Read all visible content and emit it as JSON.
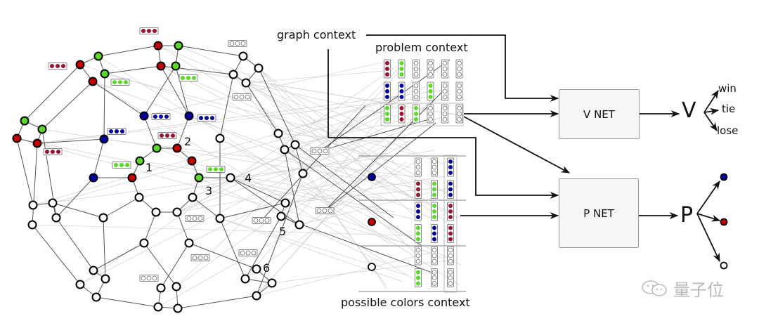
{
  "labels": {
    "graph_context": "graph context",
    "problem_context": "problem context",
    "possible_colors_context": "possible colors context",
    "v_net": "V NET",
    "p_net": "P NET",
    "v_symbol": "V",
    "p_symbol": "P",
    "outcomes": [
      "win",
      "tie",
      "lose"
    ],
    "node_numbers": [
      "1",
      "2",
      "3",
      "4",
      "5",
      "6"
    ],
    "watermark": "量子位"
  },
  "colors": {
    "red": "#cc0000",
    "green": "#55dd22",
    "blue": "#0000aa",
    "empty": "#ffffff",
    "edge": "#555555",
    "faint_edge": "#cfcfcf",
    "box_fill": "#f6f6f6",
    "wine": "#a01030"
  },
  "p_outputs": [
    "blue",
    "red",
    "empty"
  ],
  "possible_colors_rows": [
    "blue",
    "red",
    "empty"
  ],
  "graph": {
    "nodes": [
      [
        "red",
        225,
        65
      ],
      [
        "green",
        254,
        65
      ],
      [
        "green",
        140,
        80
      ],
      [
        "red",
        114,
        92
      ],
      [
        "red",
        229,
        94
      ],
      [
        "green",
        250,
        94
      ],
      [
        "green",
        149,
        105
      ],
      [
        "red",
        132,
        116
      ],
      [
        "blue",
        205,
        165
      ],
      [
        "blue",
        269,
        165
      ],
      [
        "green",
        35,
        172
      ],
      [
        "green",
        60,
        184
      ],
      [
        "red",
        24,
        197
      ],
      [
        "red",
        53,
        204
      ],
      [
        "blue",
        148,
        198
      ],
      [
        "green",
        223,
        211
      ],
      [
        "red",
        252,
        211
      ],
      [
        "green",
        199,
        229
      ],
      [
        "red",
        273,
        229
      ],
      [
        "blue",
        133,
        253
      ],
      [
        "red",
        188,
        253
      ],
      [
        "green",
        283,
        253
      ],
      [
        "empty",
        328,
        253
      ],
      [
        "empty",
        346,
        80
      ],
      [
        "empty",
        368,
        97
      ],
      [
        "empty",
        332,
        106
      ],
      [
        "empty",
        350,
        118
      ],
      [
        "empty",
        313,
        197
      ],
      [
        "empty",
        396,
        190
      ],
      [
        "empty",
        420,
        206
      ],
      [
        "empty",
        405,
        213
      ],
      [
        "empty",
        431,
        247
      ],
      [
        "empty",
        47,
        292
      ],
      [
        "empty",
        75,
        289
      ],
      [
        "empty",
        80,
        310
      ],
      [
        "empty",
        46,
        320
      ],
      [
        "empty",
        198,
        281
      ],
      [
        "empty",
        222,
        302
      ],
      [
        "empty",
        252,
        302
      ],
      [
        "empty",
        274,
        281
      ],
      [
        "empty",
        147,
        310
      ],
      [
        "empty",
        205,
        346
      ],
      [
        "empty",
        269,
        346
      ],
      [
        "empty",
        313,
        311
      ],
      [
        "empty",
        406,
        289
      ],
      [
        "empty",
        400,
        308
      ],
      [
        "empty",
        426,
        320
      ],
      [
        "empty",
        133,
        385
      ],
      [
        "empty",
        150,
        397
      ],
      [
        "empty",
        114,
        405
      ],
      [
        "empty",
        137,
        423
      ],
      [
        "empty",
        229,
        410
      ],
      [
        "empty",
        251,
        408
      ],
      [
        "empty",
        225,
        437
      ],
      [
        "empty",
        253,
        439
      ],
      [
        "empty",
        365,
        383
      ],
      [
        "empty",
        349,
        397
      ],
      [
        "empty",
        387,
        403
      ],
      [
        "empty",
        365,
        421
      ]
    ],
    "edges": [
      [
        0,
        1
      ],
      [
        0,
        4
      ],
      [
        1,
        5
      ],
      [
        0,
        2
      ],
      [
        2,
        3
      ],
      [
        2,
        6
      ],
      [
        3,
        7
      ],
      [
        6,
        4
      ],
      [
        4,
        9
      ],
      [
        5,
        9
      ],
      [
        5,
        8
      ],
      [
        7,
        8
      ],
      [
        3,
        10
      ],
      [
        10,
        11
      ],
      [
        10,
        12
      ],
      [
        11,
        13
      ],
      [
        12,
        13
      ],
      [
        7,
        11
      ],
      [
        6,
        14
      ],
      [
        14,
        13
      ],
      [
        8,
        15
      ],
      [
        15,
        16
      ],
      [
        9,
        16
      ],
      [
        15,
        17
      ],
      [
        16,
        18
      ],
      [
        17,
        20
      ],
      [
        18,
        21
      ],
      [
        20,
        19
      ],
      [
        14,
        19
      ],
      [
        21,
        22
      ],
      [
        1,
        23
      ],
      [
        23,
        24
      ],
      [
        23,
        25
      ],
      [
        24,
        26
      ],
      [
        25,
        26
      ],
      [
        4,
        25
      ],
      [
        25,
        27
      ],
      [
        26,
        28
      ],
      [
        24,
        29
      ],
      [
        28,
        30
      ],
      [
        29,
        30
      ],
      [
        12,
        32
      ],
      [
        11,
        34
      ],
      [
        13,
        35
      ],
      [
        32,
        33
      ],
      [
        33,
        34
      ],
      [
        19,
        34
      ],
      [
        20,
        36
      ],
      [
        36,
        37
      ],
      [
        37,
        38
      ],
      [
        38,
        39
      ],
      [
        39,
        21
      ],
      [
        36,
        40
      ],
      [
        40,
        33
      ],
      [
        37,
        41
      ],
      [
        38,
        42
      ],
      [
        39,
        43
      ],
      [
        22,
        44
      ],
      [
        43,
        44
      ],
      [
        22,
        46
      ],
      [
        46,
        45
      ],
      [
        45,
        44
      ],
      [
        35,
        49
      ],
      [
        49,
        50
      ],
      [
        34,
        47
      ],
      [
        47,
        48
      ],
      [
        48,
        50
      ],
      [
        41,
        47
      ],
      [
        40,
        48
      ],
      [
        41,
        52
      ],
      [
        42,
        51
      ],
      [
        51,
        53
      ],
      [
        52,
        54
      ],
      [
        53,
        54
      ],
      [
        42,
        55
      ],
      [
        43,
        56
      ],
      [
        56,
        57
      ],
      [
        55,
        57
      ],
      [
        57,
        58
      ],
      [
        53,
        50
      ],
      [
        54,
        58
      ],
      [
        30,
        46
      ],
      [
        29,
        31
      ],
      [
        31,
        58
      ],
      [
        27,
        43
      ],
      [
        45,
        56
      ]
    ],
    "tags": [
      [
        "red",
        212,
        44
      ],
      [
        "red",
        82,
        94
      ],
      [
        "green",
        171,
        117
      ],
      [
        "green",
        268,
        111
      ],
      [
        "blue",
        229,
        166
      ],
      [
        "blue",
        294,
        168
      ],
      [
        "blue",
        166,
        187
      ],
      [
        "red",
        238,
        193
      ],
      [
        "red",
        75,
        216
      ],
      [
        "green",
        173,
        235
      ],
      [
        "green",
        307,
        241
      ],
      [
        "empty",
        338,
        62
      ],
      [
        "empty",
        344,
        138
      ],
      [
        "empty",
        455,
        215
      ],
      [
        "empty",
        462,
        300
      ],
      [
        "empty",
        372,
        314
      ],
      [
        "empty",
        277,
        311
      ],
      [
        "empty",
        285,
        367
      ],
      [
        "empty",
        353,
        360
      ],
      [
        "empty",
        212,
        396
      ]
    ]
  },
  "problem_columns": [
    [
      "red",
      "blue",
      "green"
    ],
    [
      "green",
      "blue",
      "red"
    ],
    [
      "empty",
      "empty",
      "green"
    ],
    [
      "empty",
      "green",
      "empty"
    ],
    [
      "empty",
      "empty",
      "empty"
    ],
    [
      "empty",
      "empty",
      "empty"
    ]
  ],
  "possible_colors_columns": [
    [
      "empty",
      "red",
      "blue",
      "green",
      "empty",
      "green"
    ],
    [
      "empty",
      "green",
      "green",
      "blue",
      "empty",
      "empty"
    ],
    [
      "blue",
      "blue",
      "red",
      "red",
      "empty",
      "empty"
    ]
  ]
}
